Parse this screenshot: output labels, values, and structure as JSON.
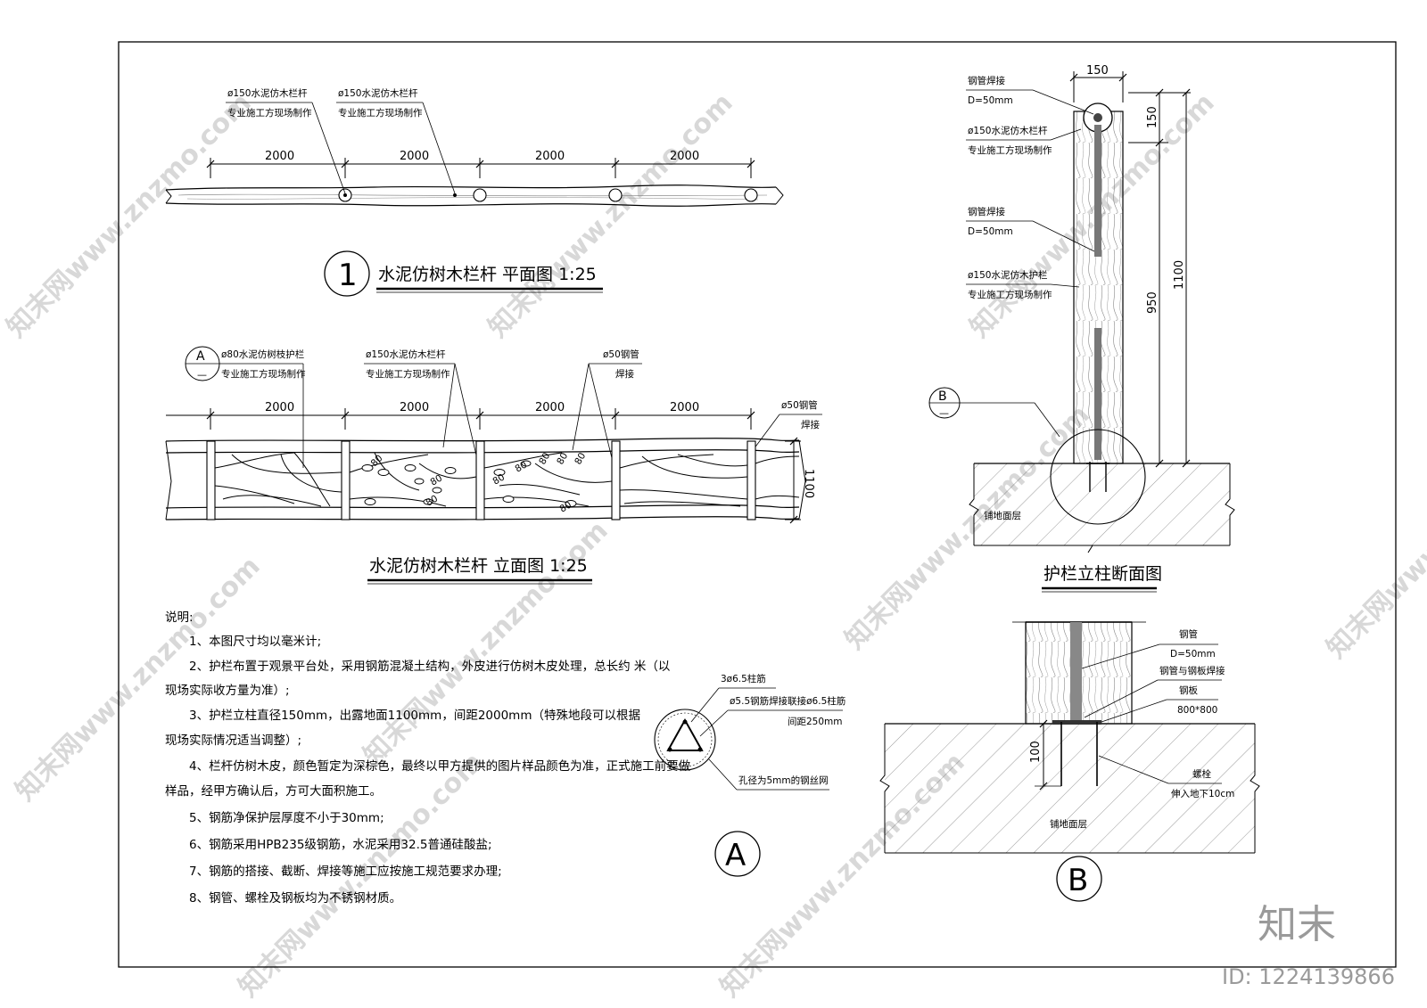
{
  "plan": {
    "callouts": [
      {
        "line1": "ø150水泥仿木栏杆",
        "line2": "专业施工方现场制作"
      },
      {
        "line1": "ø150水泥仿木栏杆",
        "line2": "专业施工方现场制作"
      }
    ],
    "dims": [
      "2000",
      "2000",
      "2000",
      "2000"
    ],
    "number": "1",
    "title": "水泥仿树木栏杆  平面图  1:25"
  },
  "elevation": {
    "tag_letter": "A",
    "tag_sub": "—",
    "callouts": [
      {
        "line1": "ø80水泥仿树枝护栏",
        "line2": "专业施工方现场制作"
      },
      {
        "line1": "ø150水泥仿木栏杆",
        "line2": "专业施工方现场制作"
      },
      {
        "line1": "ø50钢管",
        "line2": "焊接"
      },
      {
        "line1": "ø50钢管",
        "line2": "焊接"
      }
    ],
    "dims": [
      "2000",
      "2000",
      "2000",
      "2000"
    ],
    "height": "1100",
    "branch_label": "80",
    "title": "水泥仿树木栏杆  立面图  1:25"
  },
  "notes": {
    "heading": "说明:",
    "lines": [
      "1、本图尺寸均以毫米计;",
      "2、护栏布置于观景平台处，采用钢筋混凝土结构，外皮进行仿树木皮处理，总长约  米（以",
      "现场实际收方量为准）;",
      "3、护栏立柱直径150mm，出露地面1100mm，间距2000mm（特殊地段可以根据",
      "现场实际情况适当调整）;",
      "4、栏杆仿树木皮，颜色暂定为深棕色，最终以甲方提供的图片样品颜色为准，正式施工前要做",
      "样品，经甲方确认后，方可大面积施工。",
      "5、钢筋净保护层厚度不小于30mm;",
      "6、钢筋采用HPB235级钢筋，水泥采用32.5普通硅酸盐;",
      "7、钢筋的搭接、截断、焊接等施工应按施工规范要求办理;",
      "8、钢管、螺栓及钢板均为不锈钢材质。"
    ]
  },
  "detail_a": {
    "rebar": "3ø6.5柱筋",
    "weld": "ø5.5钢筋焊接联接ø6.5柱筋",
    "spacing": "间距250mm",
    "mesh": "孔径为5mm的钢丝网",
    "letter": "A"
  },
  "section": {
    "dim_top": "150",
    "dim_150": "150",
    "dim_950": "950",
    "dim_1100": "1100",
    "callouts": [
      {
        "line1": "钢管焊接",
        "line2": "D=50mm"
      },
      {
        "line1": "ø150水泥仿木栏杆",
        "line2": "专业施工方现场制作"
      },
      {
        "line1": "钢管焊接",
        "line2": "D=50mm"
      },
      {
        "line1": "ø150水泥仿木护栏",
        "line2": "专业施工方现场制作"
      }
    ],
    "tag_letter": "B",
    "tag_sub": "—",
    "ground": "铺地面层",
    "title": "护栏立柱断面图"
  },
  "detail_b": {
    "pipe": "钢管",
    "pipe_d": "D=50mm",
    "weld": "钢管与钢板焊接",
    "plate": "钢板",
    "plate_size": "800*800",
    "dim": "100",
    "bolt": "螺栓",
    "bolt_depth": "伸入地下10cm",
    "ground": "铺地面层",
    "letter": "B"
  },
  "watermark": {
    "text": "知末网www.znzmo.com",
    "brand": "知末",
    "id": "ID: 1224139866"
  }
}
